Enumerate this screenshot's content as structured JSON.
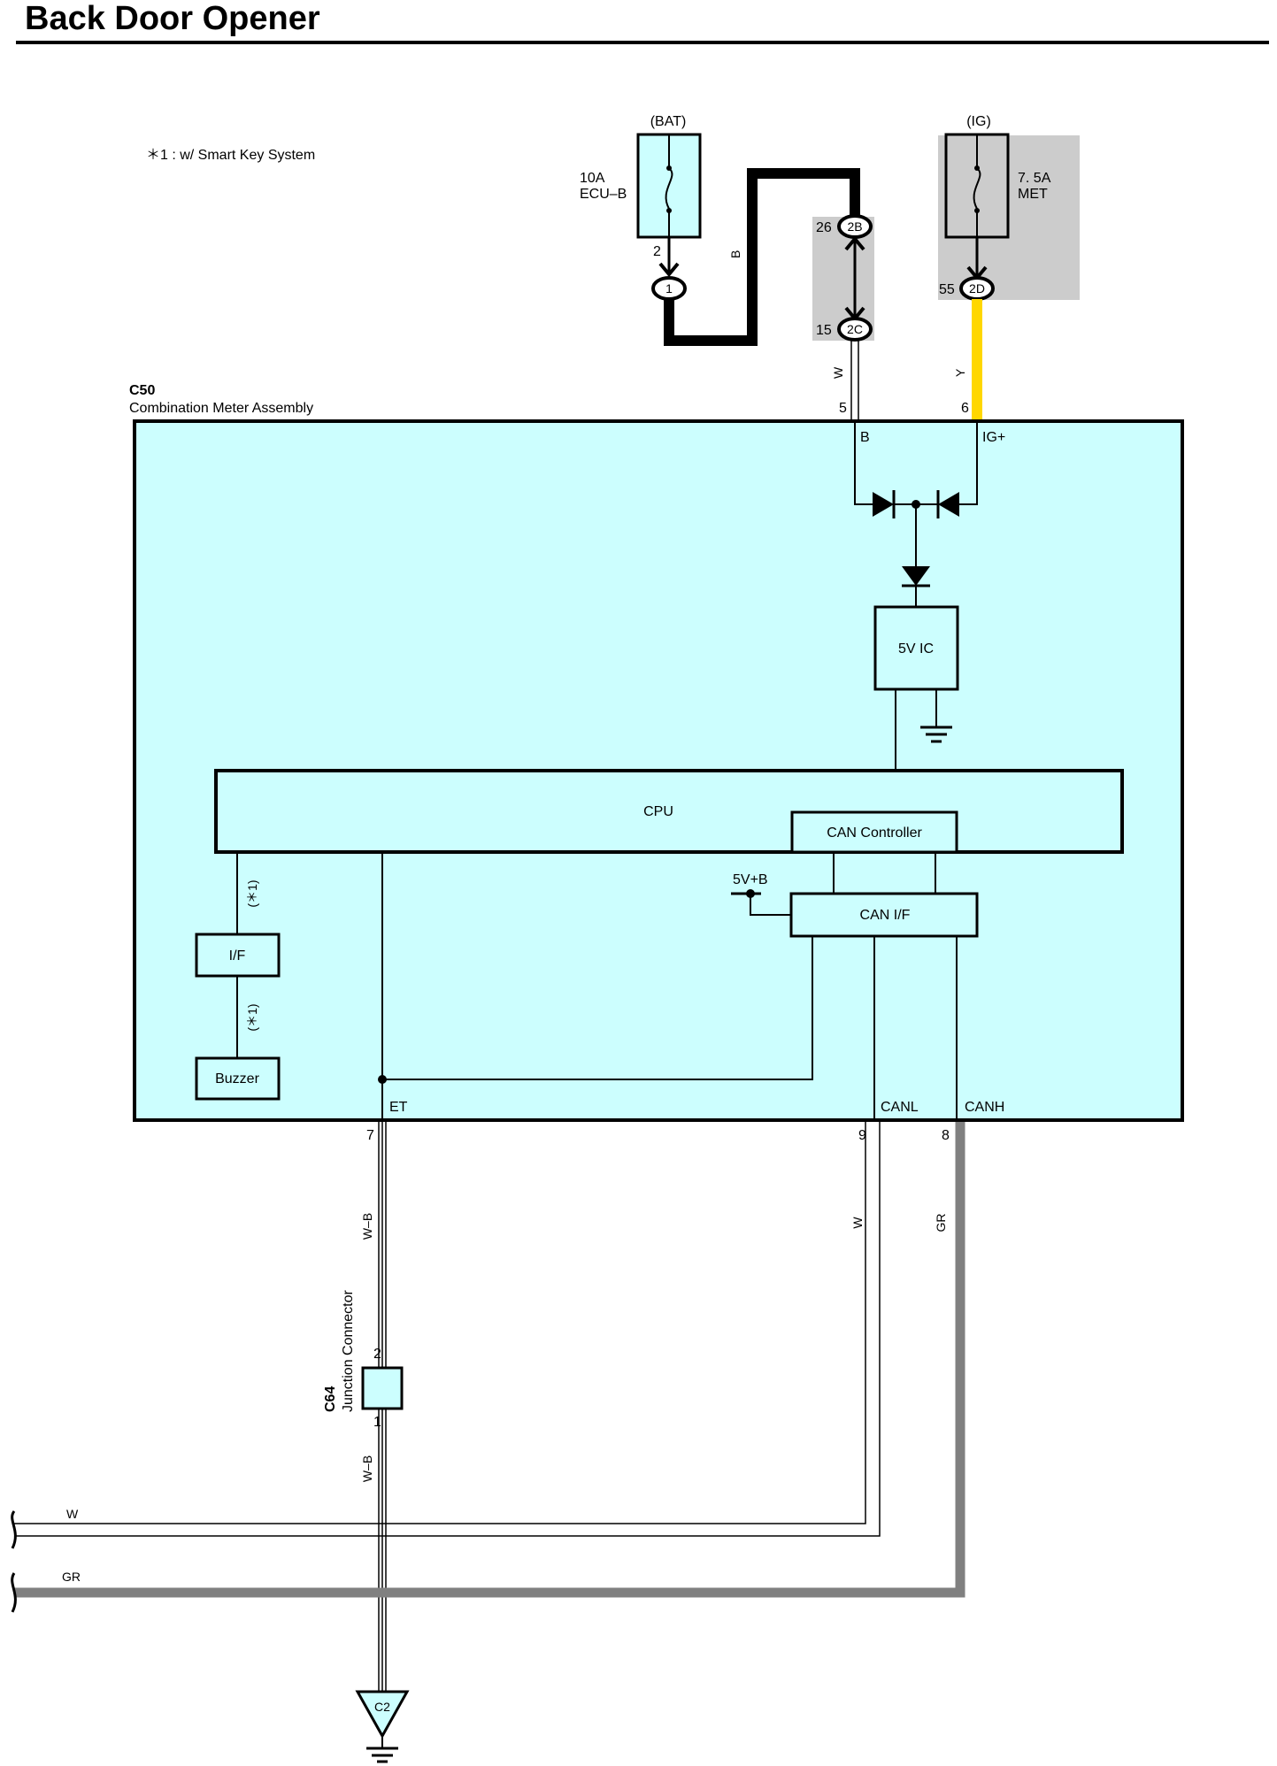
{
  "title": "Back Door Opener",
  "note": "＊1 : w/ Smart Key System",
  "fuses": {
    "bat": {
      "supply": "(BAT)",
      "amp": "10A",
      "name": "ECU–B",
      "pin": "2"
    },
    "ig": {
      "supply": "(IG)",
      "amp": "7. 5A",
      "name": "MET"
    }
  },
  "connectors": {
    "c1": "1",
    "c2b": "2B",
    "c2b_pin": "26",
    "c2c": "2C",
    "c2c_pin": "15",
    "c2d": "2D",
    "c2d_pin": "55"
  },
  "wires": {
    "b": "B",
    "w_top": "W",
    "y": "Y",
    "wb1": "W–B",
    "w_right": "W",
    "gr_right": "GR",
    "wb2": "W–B",
    "w_left": "W",
    "gr_left": "GR"
  },
  "meter": {
    "id": "C50",
    "name": "Combination Meter Assembly",
    "pin_b": "5",
    "term_b": "B",
    "pin_ig": "6",
    "term_ig": "IG+",
    "ic": "5V IC",
    "cpu": "CPU",
    "can_controller": "CAN Controller",
    "v5b": "5V+B",
    "can_if": "CAN I/F",
    "interface": "I/F",
    "buzzer": "Buzzer",
    "star1a": "(＊1)",
    "star1b": "(＊1)",
    "term_et": "ET",
    "pin_et": "7",
    "term_canl": "CANL",
    "pin_canl": "9",
    "term_canh": "CANH",
    "pin_canh": "8"
  },
  "junction": {
    "id": "C64",
    "name": "Junction Connector",
    "pin_top": "2",
    "pin_bottom": "1"
  },
  "ground": {
    "id": "C2"
  },
  "colors": {
    "meter_fill": "#ccfefe",
    "shade": "#cccccc",
    "yellow_wire": "#ffd700",
    "gr_wire": "#808080"
  }
}
